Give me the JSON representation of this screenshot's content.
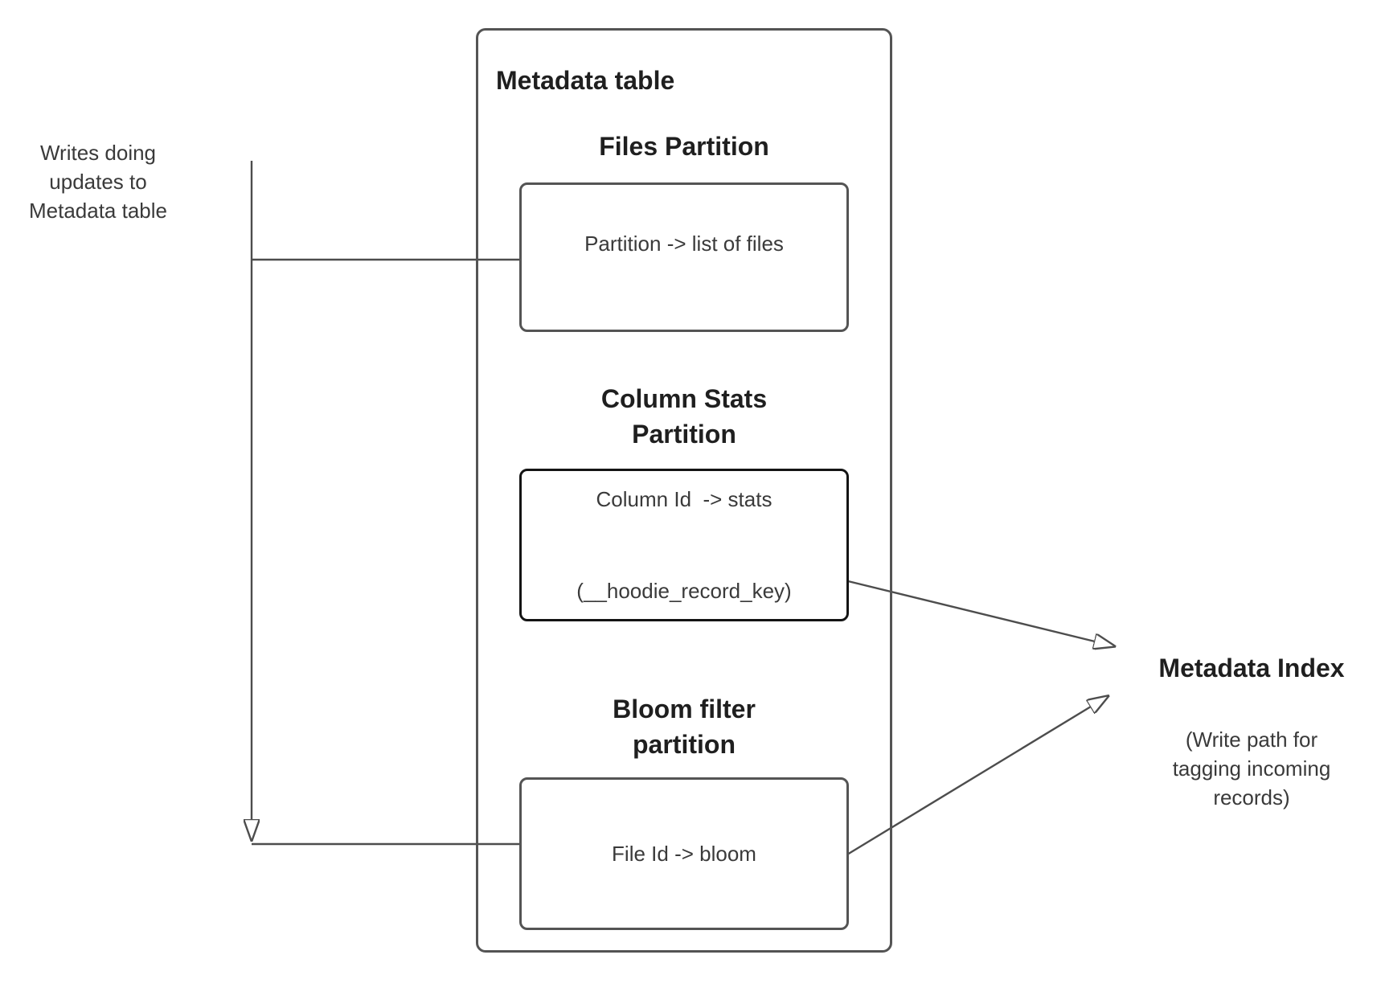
{
  "colors": {
    "background": "#ffffff",
    "line": "#4d4d4d",
    "box_border": "#545454",
    "emphasis_box_border": "#141414",
    "heading_text": "#1f1f1f",
    "body_text": "#3a3a3a"
  },
  "left_note": {
    "line1": "Writes doing",
    "line2": "updates to",
    "line3": "Metadata table"
  },
  "metadata_table": {
    "title": "Metadata table",
    "files_partition": {
      "heading": "Files Partition",
      "body": "Partition -> list of files"
    },
    "column_stats_partition": {
      "heading_line1": "Column Stats",
      "heading_line2": "Partition",
      "body_line1": "Column Id  -> stats",
      "body_line2": "(__hoodie_record_key)"
    },
    "bloom_filter_partition": {
      "heading_line1": "Bloom filter",
      "heading_line2": "partition",
      "body": "File Id -> bloom"
    }
  },
  "metadata_index": {
    "title": "Metadata Index",
    "subtitle_line1": "(Write path for",
    "subtitle_line2": "tagging incoming",
    "subtitle_line3": "records)"
  }
}
